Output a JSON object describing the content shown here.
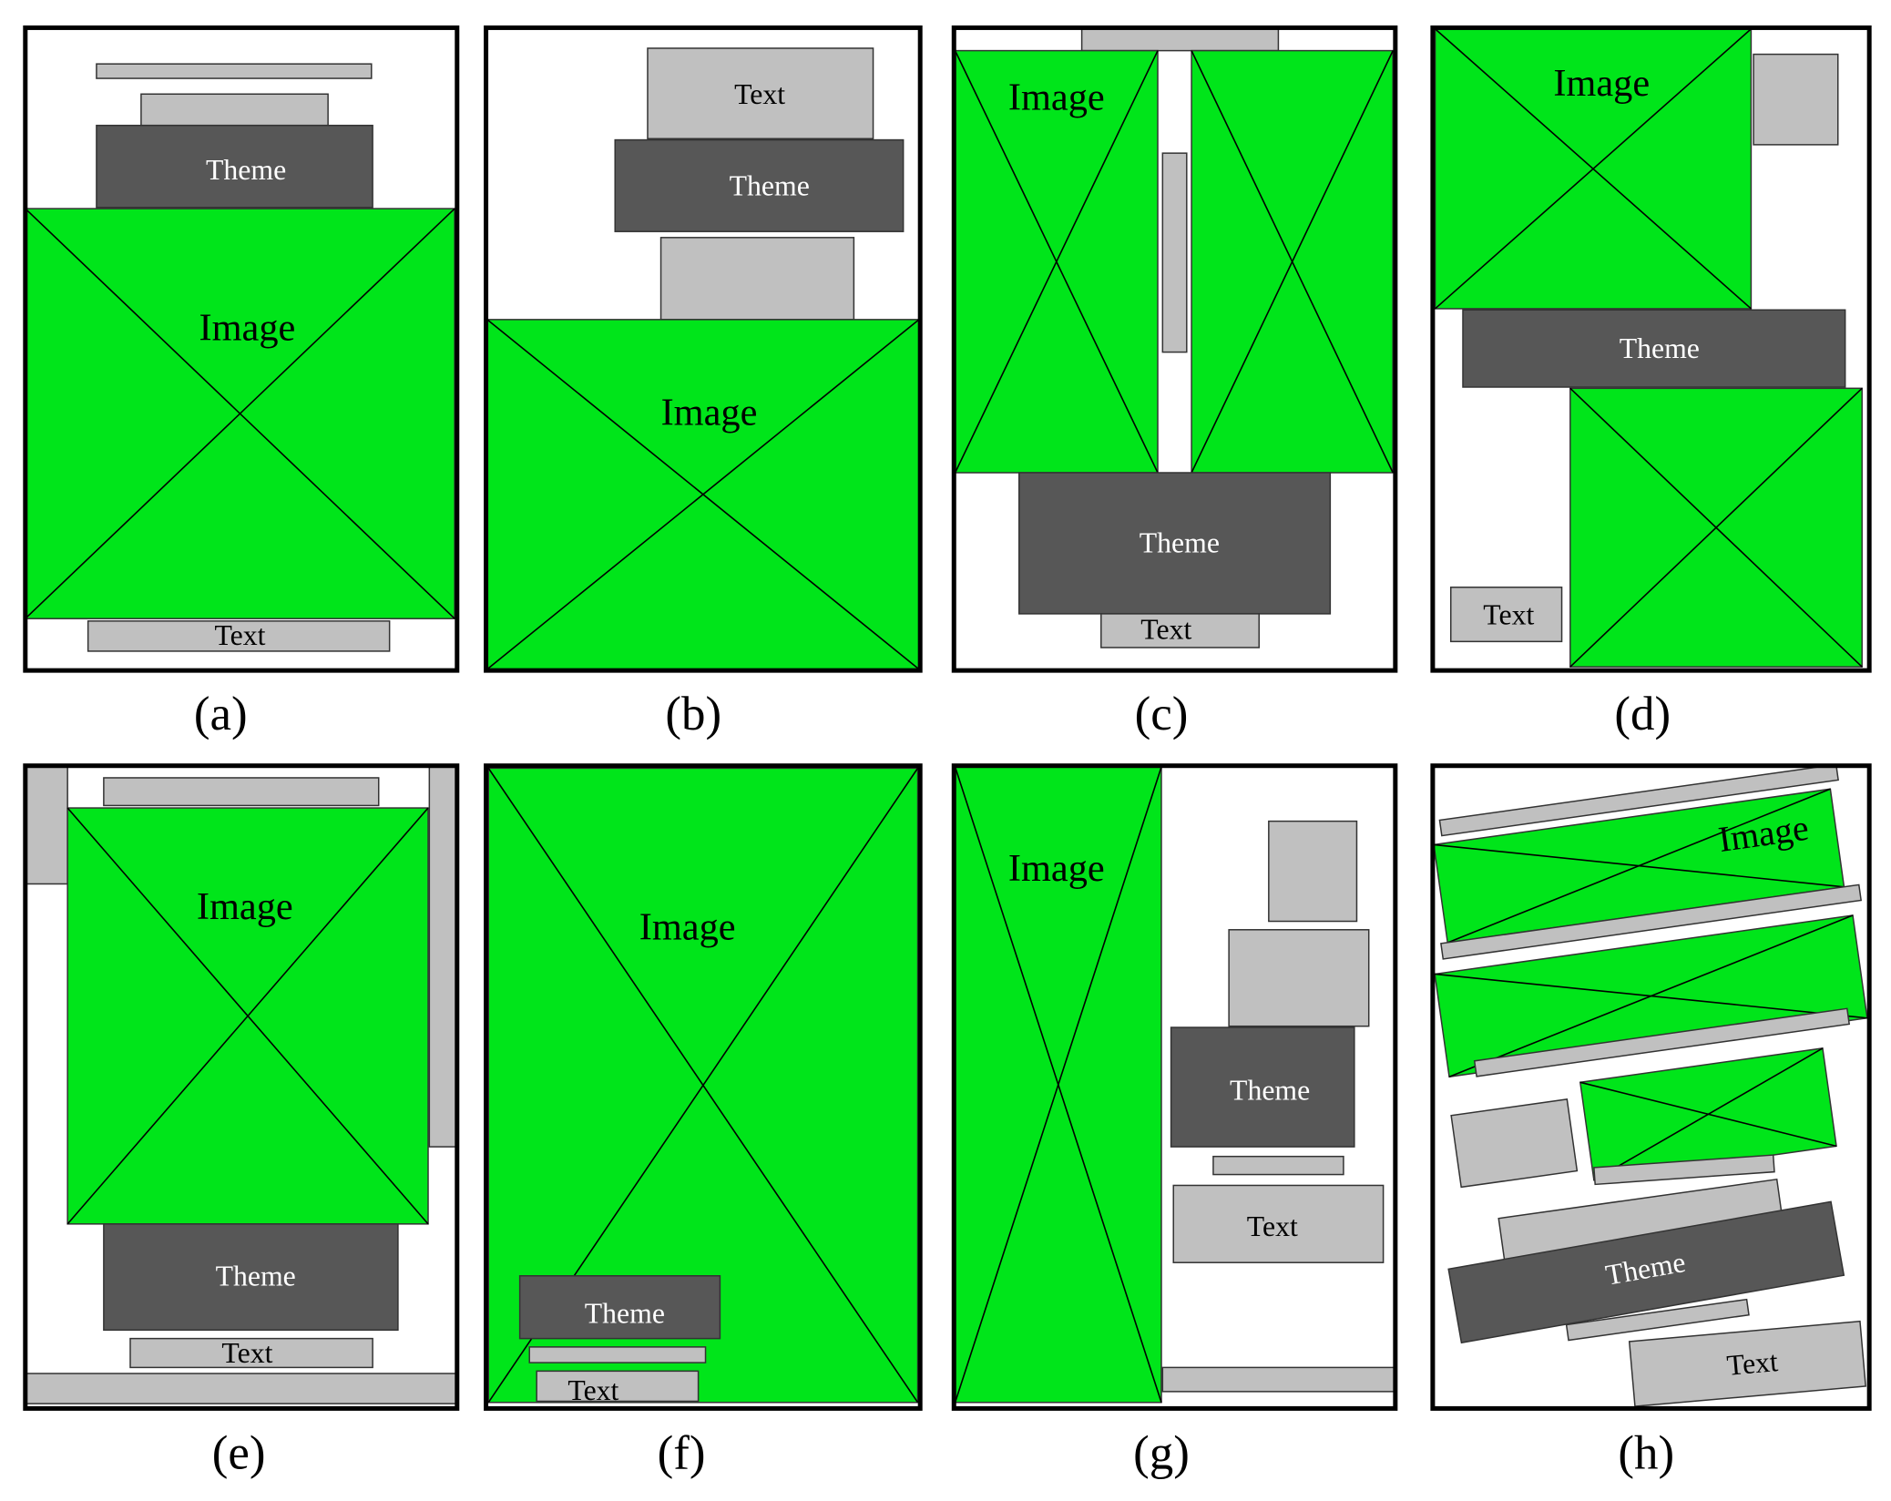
{
  "colors": {
    "image_fill": "#00e51a",
    "theme_fill": "#575757",
    "text_fill": "#c0c0c0",
    "frame_stroke": "#000000",
    "theme_label": "#ffffff",
    "dark_label": "#000000"
  },
  "panels": [
    {
      "caption": "(a)",
      "blocks": [
        {
          "kind": "text"
        },
        {
          "kind": "text"
        },
        {
          "kind": "theme",
          "label": "Theme"
        },
        {
          "kind": "image",
          "label": "Image"
        },
        {
          "kind": "text",
          "label": "Text"
        }
      ]
    },
    {
      "caption": "(b)",
      "blocks": [
        {
          "kind": "text",
          "label": "Text"
        },
        {
          "kind": "theme",
          "label": "Theme"
        },
        {
          "kind": "text"
        },
        {
          "kind": "image",
          "label": "Image"
        }
      ]
    },
    {
      "caption": "(c)",
      "blocks": [
        {
          "kind": "text"
        },
        {
          "kind": "image",
          "label": "Image"
        },
        {
          "kind": "image"
        },
        {
          "kind": "text"
        },
        {
          "kind": "theme",
          "label": "Theme"
        },
        {
          "kind": "text",
          "label": "Text"
        }
      ]
    },
    {
      "caption": "(d)",
      "blocks": [
        {
          "kind": "image",
          "label": "Image"
        },
        {
          "kind": "text"
        },
        {
          "kind": "theme",
          "label": "Theme"
        },
        {
          "kind": "image"
        },
        {
          "kind": "text",
          "label": "Text"
        }
      ]
    },
    {
      "caption": "(e)",
      "blocks": [
        {
          "kind": "text"
        },
        {
          "kind": "text"
        },
        {
          "kind": "text"
        },
        {
          "kind": "image",
          "label": "Image"
        },
        {
          "kind": "theme",
          "label": "Theme"
        },
        {
          "kind": "text",
          "label": "Text"
        },
        {
          "kind": "text"
        }
      ]
    },
    {
      "caption": "(f)",
      "blocks": [
        {
          "kind": "image",
          "label": "Image"
        },
        {
          "kind": "theme",
          "label": "Theme"
        },
        {
          "kind": "text"
        },
        {
          "kind": "text",
          "label": "Text"
        }
      ]
    },
    {
      "caption": "(g)",
      "blocks": [
        {
          "kind": "image",
          "label": "Image"
        },
        {
          "kind": "text"
        },
        {
          "kind": "text"
        },
        {
          "kind": "theme",
          "label": "Theme"
        },
        {
          "kind": "text"
        },
        {
          "kind": "text",
          "label": "Text"
        },
        {
          "kind": "text"
        }
      ]
    },
    {
      "caption": "(h)",
      "blocks": [
        {
          "kind": "text"
        },
        {
          "kind": "image",
          "label": "Image"
        },
        {
          "kind": "text"
        },
        {
          "kind": "image"
        },
        {
          "kind": "text"
        },
        {
          "kind": "text"
        },
        {
          "kind": "image"
        },
        {
          "kind": "text"
        },
        {
          "kind": "text"
        },
        {
          "kind": "theme",
          "label": "Theme"
        },
        {
          "kind": "text"
        },
        {
          "kind": "text",
          "label": "Text"
        }
      ]
    }
  ]
}
